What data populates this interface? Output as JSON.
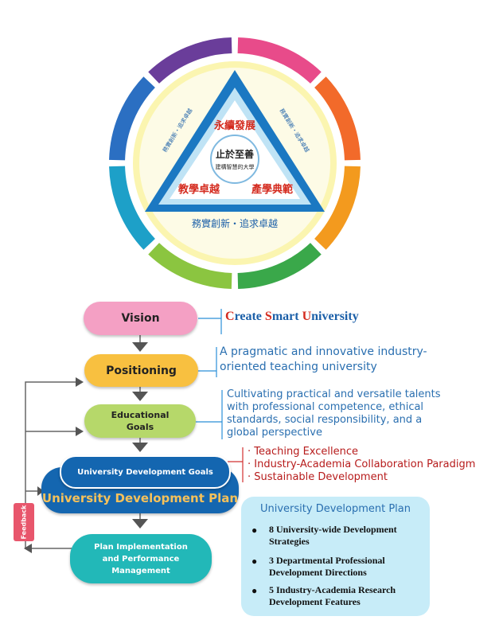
{
  "emblem": {
    "top": "永續發展",
    "center_main": "止於至善",
    "center_sub": "建構智慧的大學",
    "left": "教學卓越",
    "right": "產學典範",
    "motto": "務實創新・追求卓越",
    "ring_colors": [
      "#e84b8a",
      "#f26a2a",
      "#f39a1e",
      "#3aa84a",
      "#8bc540",
      "#1da0c8",
      "#2b6fc2",
      "#6a3d9a"
    ]
  },
  "flow": {
    "vision": {
      "label": "Vision",
      "statement": {
        "c1": "C",
        "r1": "reate ",
        "c2": "S",
        "r2": "mart ",
        "c3": "U",
        "r3": "niversity"
      }
    },
    "positioning": {
      "label": "Positioning",
      "statement_lines": [
        "A pragmatic and innovative industry-",
        "oriented teaching university"
      ]
    },
    "educational_goals": {
      "label_lines": [
        "Educational",
        "Goals"
      ],
      "statement_lines": [
        "Cultivating practical and versatile talents",
        "with professional competence, ethical",
        "standards, social responsibility, and a",
        "global perspective"
      ]
    },
    "udg": {
      "label": "University Development Goals",
      "items": [
        "· Teaching Excellence",
        "· Industry-Academia Collaboration Paradigm",
        "· Sustainable Development"
      ]
    },
    "udp": {
      "label": "University Development Plan"
    },
    "implementation": {
      "label_lines": [
        "Plan Implementation",
        "and Performance",
        "Management"
      ]
    },
    "feedback": "Feedback"
  },
  "plan_box": {
    "title": "University Development Plan",
    "items": [
      {
        "line1": "8 University-wide Development",
        "line2": "Strategies"
      },
      {
        "line1": "3 Departmental Professional",
        "line2": "Development Directions"
      },
      {
        "line1": "5 Industry-Academia Research",
        "line2": "Development Features"
      }
    ]
  }
}
